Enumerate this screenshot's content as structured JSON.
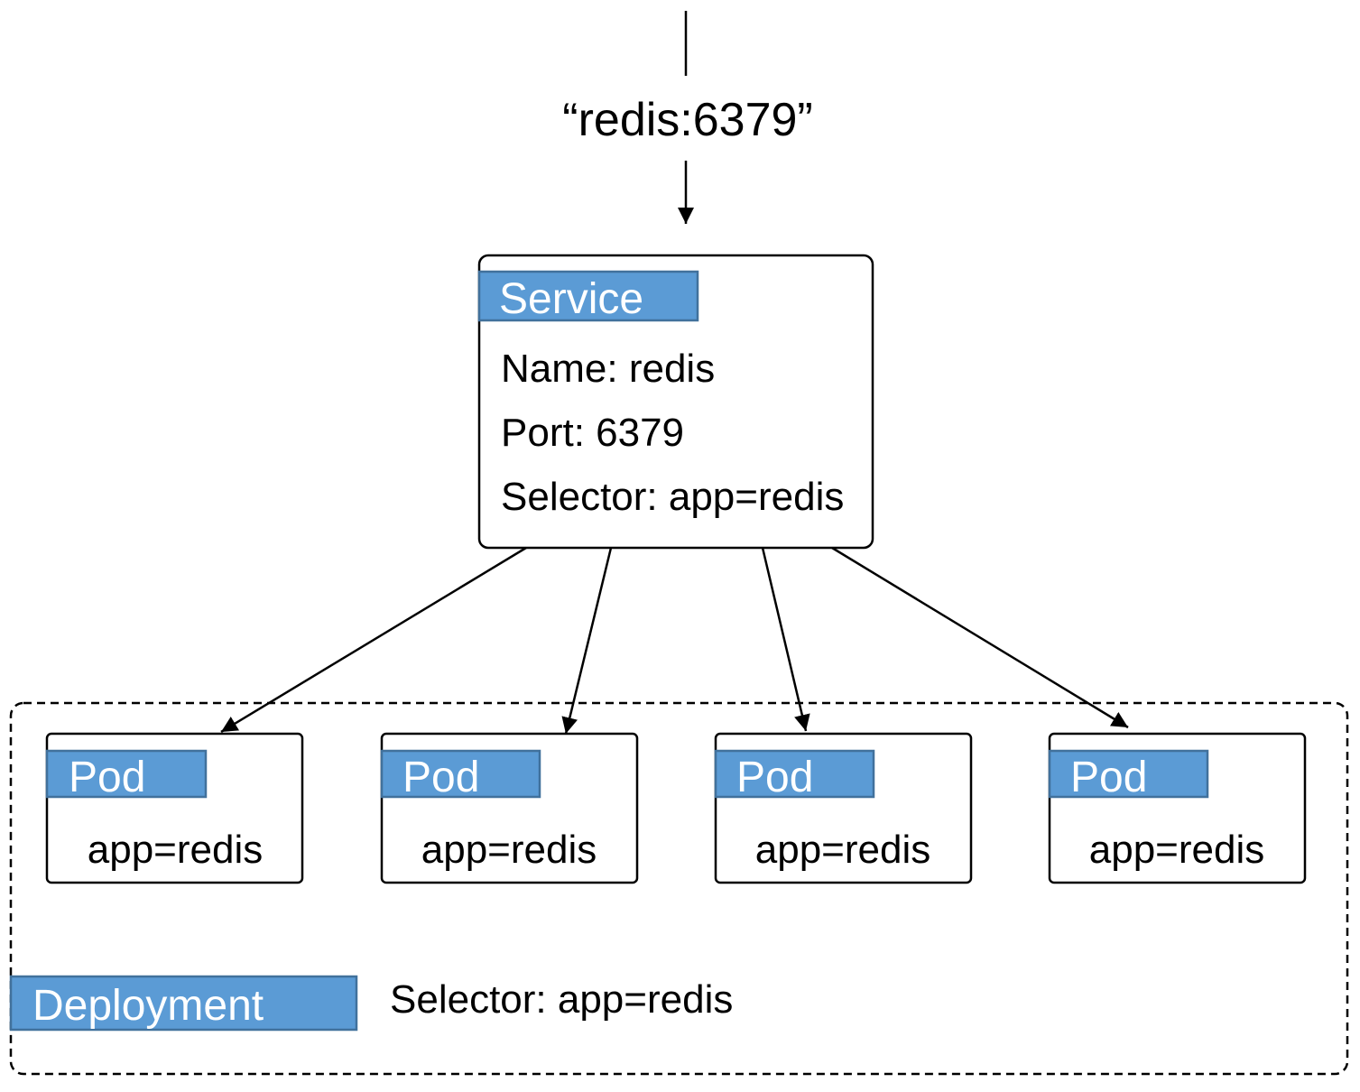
{
  "endpoint": "“redis:6379”",
  "service": {
    "label": "Service",
    "name": "Name: redis",
    "port": "Port: 6379",
    "selector": "Selector: app=redis"
  },
  "pods": [
    {
      "label": "Pod",
      "selector": "app=redis"
    },
    {
      "label": "Pod",
      "selector": "app=redis"
    },
    {
      "label": "Pod",
      "selector": "app=redis"
    },
    {
      "label": "Pod",
      "selector": "app=redis"
    }
  ],
  "deployment": {
    "label": "Deployment",
    "selector": "Selector: app=redis"
  },
  "colors": {
    "label_fill": "#5B9BD5",
    "label_border": "#41719C",
    "label_text": "#FFFFFF",
    "stroke": "#000000",
    "background": "#FFFFFF"
  }
}
